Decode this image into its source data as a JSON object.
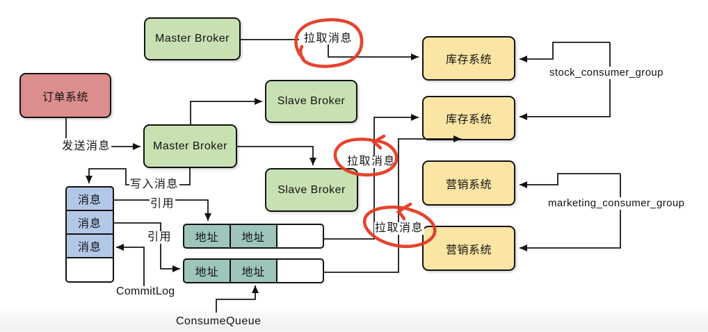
{
  "colors": {
    "green_box": "#c8e1b3",
    "pink_box": "#db8e8d",
    "yellow_box": "#fbe5a4",
    "blue_cell": "#b3c7e7",
    "teal_cell": "#9ec5bc",
    "line": "#161616",
    "annotation_red": "#e33b24"
  },
  "nodes": {
    "master_broker_top": "Master Broker",
    "order_system": "订单系统",
    "master_broker_main": "Master Broker",
    "slave_broker_top": "Slave Broker",
    "slave_broker_bottom": "Slave Broker",
    "stock_system_1": "库存系统",
    "stock_system_2": "库存系统",
    "marketing_system_1": "营销系统",
    "marketing_system_2": "营销系统"
  },
  "commitlog": {
    "label": "CommitLog",
    "cells": [
      "消息",
      "消息",
      "消息"
    ]
  },
  "consume_queue": {
    "label": "ConsumeQueue",
    "row1_cells": [
      "地址",
      "地址"
    ],
    "row2_cells": [
      "地址",
      "地址"
    ]
  },
  "edge_labels": {
    "send_message": "发送消息",
    "write_message": "写入消息",
    "reference_1": "引用",
    "reference_2": "引用",
    "pull_message_top": "拉取消息",
    "pull_message_middle": "拉取消息",
    "pull_message_bottom": "拉取消息",
    "stock_consumer_group": "stock_consumer_group",
    "marketing_consumer_group": "marketing_consumer_group"
  }
}
